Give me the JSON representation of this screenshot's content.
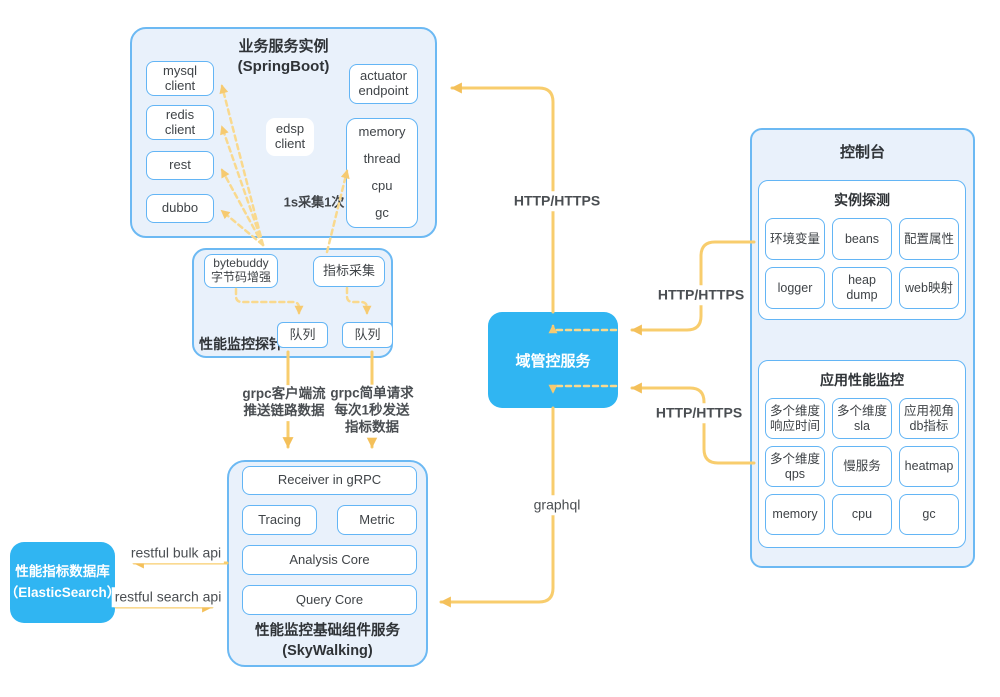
{
  "springboot": {
    "title": "业务服务实例\n(SpringBoot)",
    "mysql": "mysql\nclient",
    "redis": "redis\nclient",
    "rest": "rest",
    "dubbo": "dubbo",
    "edsp": "edsp\nclient",
    "actuator": "actuator\nendpoint",
    "metrics": [
      "memory",
      "thread",
      "cpu",
      "gc"
    ],
    "sample_note": "1s采集1次"
  },
  "probe": {
    "title": "性能监控探针",
    "bytebuddy": "bytebuddy\n字节码增强",
    "metric_collect": "指标采集",
    "queue1": "队列",
    "queue2": "队列"
  },
  "domain_service": {
    "label": "域管控服务"
  },
  "skywalking": {
    "title": "性能监控基础组件服务\n(SkyWalking)",
    "receiver": "Receiver in gRPC",
    "tracing": "Tracing",
    "metric": "Metric",
    "analysis": "Analysis Core",
    "query": "Query Core"
  },
  "elasticsearch": {
    "label": "性能指标数据库\n（ElasticSearch）"
  },
  "console": {
    "title": "控制台",
    "instance_probe": {
      "title": "实例探测",
      "items": [
        "环境变量",
        "beans",
        "配置属性",
        "logger",
        "heap\ndump",
        "web映射"
      ]
    },
    "apm": {
      "title": "应用性能监控",
      "items": [
        "多个维度\n响应时间",
        "多个维度\nsla",
        "应用视角\ndb指标",
        "多个维度\nqps",
        "慢服务",
        "heatmap",
        "memory",
        "cpu",
        "gc"
      ]
    }
  },
  "edges": {
    "http_top": "HTTP/HTTPS",
    "http_right_top": "HTTP/HTTPS",
    "http_right_bottom": "HTTP/HTTPS",
    "graphql": "graphql",
    "grpc_stream": "grpc客户端流\n推送链路数据",
    "grpc_simple": "grpc简单请求\n每次1秒发送\n指标数据",
    "restful_bulk": "restful bulk api",
    "restful_search": "restful search api"
  },
  "colors": {
    "accent_blue": "#30b5f2",
    "light_fill": "#e9f1fb",
    "border_blue": "#63b5f5",
    "line_yellow": "#f8cd6d",
    "dashed_yellow": "#f9d98e",
    "text": "#3f4347"
  }
}
